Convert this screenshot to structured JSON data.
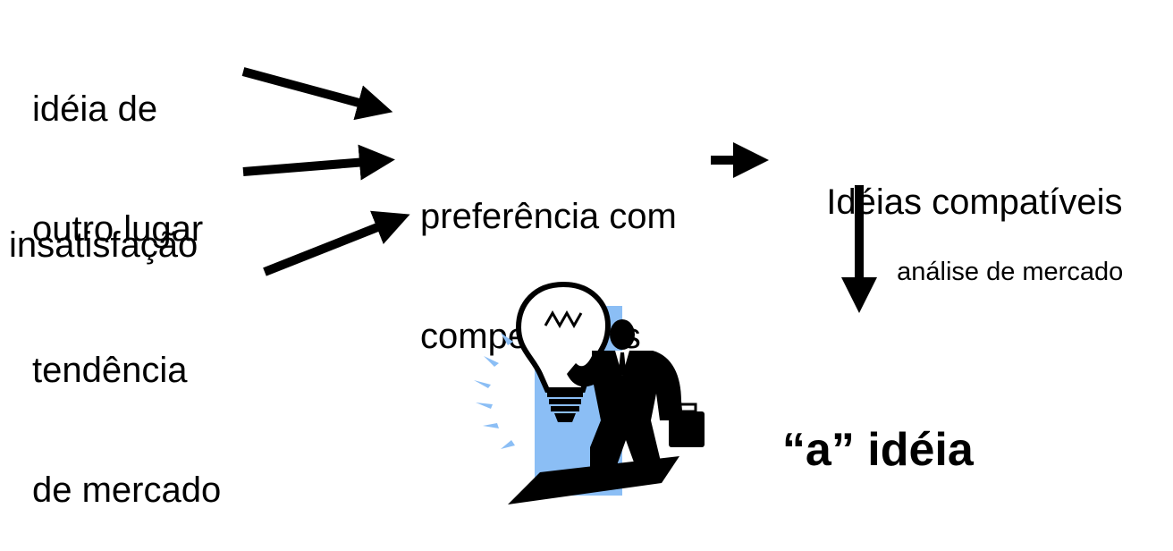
{
  "sources": [
    {
      "lines": [
        "idéia de",
        "outro lugar"
      ]
    },
    {
      "lines": [
        "insatisfação"
      ]
    },
    {
      "lines": [
        "tendência",
        "de mercado"
      ]
    }
  ],
  "middle": {
    "lines": [
      "preferência com",
      "competências"
    ]
  },
  "compatible": "Idéias compatíveis",
  "analysis_label": "análise de mercado",
  "result": "“a” idéia",
  "clipart": {
    "icon": "businessman-lightbulb-icon",
    "accent": "#8BBEF5",
    "fill": "#000000"
  }
}
